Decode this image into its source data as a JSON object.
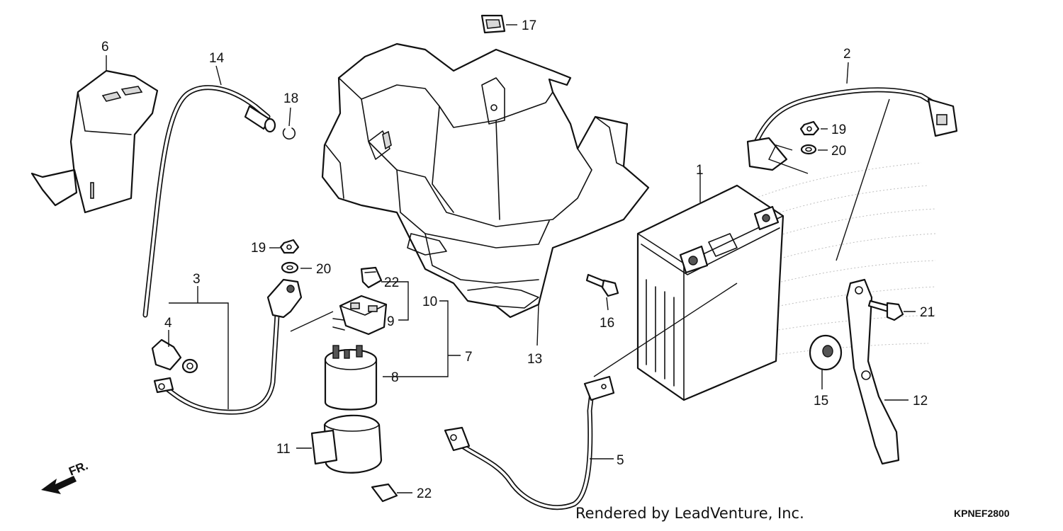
{
  "callouts": {
    "c1": "1",
    "c2": "2",
    "c3": "3",
    "c4": "4",
    "c5": "5",
    "c6": "6",
    "c7": "7",
    "c8": "8",
    "c9": "9",
    "c10": "10",
    "c11": "11",
    "c12": "12",
    "c13": "13",
    "c14": "14",
    "c15": "15",
    "c16": "16",
    "c17": "17",
    "c18": "18",
    "c19a": "19",
    "c19b": "19",
    "c20a": "20",
    "c20b": "20",
    "c21": "21",
    "c22a": "22",
    "c22b": "22"
  },
  "footer": {
    "credit": "Rendered by LeadVenture, Inc.",
    "code": "KPNEF2800"
  },
  "direction": {
    "label": "FR."
  }
}
